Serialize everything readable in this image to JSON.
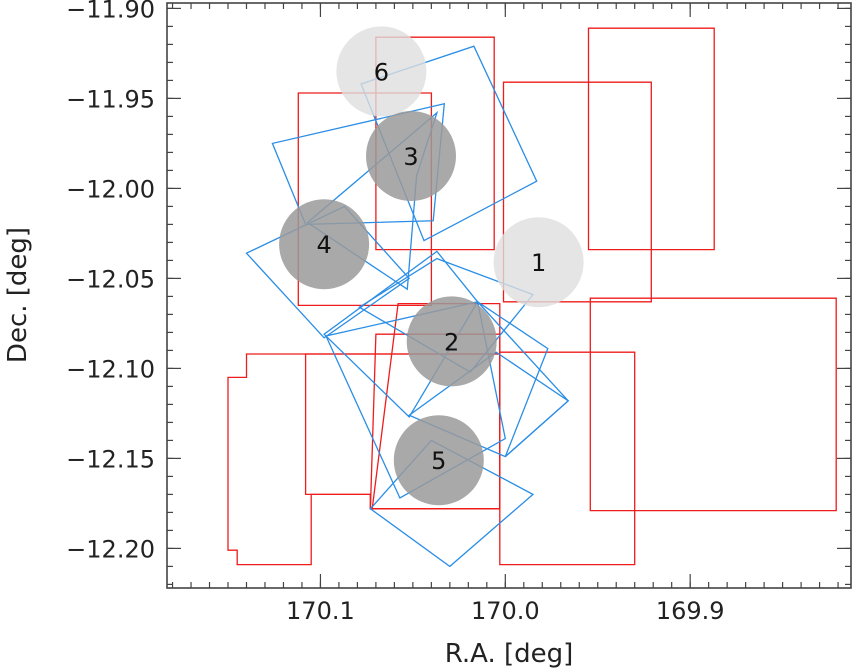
{
  "chart_data": {
    "type": "scatter",
    "title": "",
    "xlabel": "R.A. [deg]",
    "ylabel": "Dec. [deg]",
    "xlim": [
      170.183,
      169.813
    ],
    "ylim": [
      -12.222,
      -11.897
    ],
    "xticks": [
      {
        "value": 170.1,
        "label": "170.1"
      },
      {
        "value": 170.0,
        "label": "170.0"
      },
      {
        "value": 169.9,
        "label": "169.9"
      }
    ],
    "yticks": [
      {
        "value": -11.9,
        "label": "−11.90"
      },
      {
        "value": -11.95,
        "label": "−11.95"
      },
      {
        "value": -12.0,
        "label": "−12.00"
      },
      {
        "value": -12.05,
        "label": "−12.05"
      },
      {
        "value": -12.1,
        "label": "−12.10"
      },
      {
        "value": -12.15,
        "label": "−12.15"
      },
      {
        "value": -12.2,
        "label": "−12.20"
      }
    ],
    "minor_x_step": 0.01,
    "minor_y_step": 0.01,
    "grid": false,
    "sources": [
      {
        "label": "1",
        "ra": 169.982,
        "dec": -12.041,
        "radius_deg": 0.025,
        "shade": "light"
      },
      {
        "label": "2",
        "ra": 170.029,
        "dec": -12.085,
        "radius_deg": 0.025,
        "shade": "dark"
      },
      {
        "label": "3",
        "ra": 170.051,
        "dec": -11.982,
        "radius_deg": 0.025,
        "shade": "dark"
      },
      {
        "label": "4",
        "ra": 170.098,
        "dec": -12.031,
        "radius_deg": 0.025,
        "shade": "dark"
      },
      {
        "label": "5",
        "ra": 170.036,
        "dec": -12.151,
        "radius_deg": 0.025,
        "shade": "dark"
      },
      {
        "label": "6",
        "ra": 170.067,
        "dec": -11.935,
        "radius_deg": 0.025,
        "shade": "light"
      }
    ],
    "red_fields": [
      [
        [
          170.07,
          -11.916
        ],
        [
          170.006,
          -11.916
        ],
        [
          170.006,
          -12.034
        ],
        [
          170.07,
          -12.034
        ]
      ],
      [
        [
          170.112,
          -11.947
        ],
        [
          170.04,
          -11.947
        ],
        [
          170.04,
          -12.065
        ],
        [
          170.112,
          -12.065
        ]
      ],
      [
        [
          170.001,
          -11.941
        ],
        [
          169.921,
          -11.941
        ],
        [
          169.921,
          -12.063
        ],
        [
          170.001,
          -12.063
        ]
      ],
      [
        [
          169.955,
          -11.911
        ],
        [
          169.887,
          -11.911
        ],
        [
          169.887,
          -12.034
        ],
        [
          169.955,
          -12.034
        ]
      ],
      [
        [
          170.058,
          -12.064
        ],
        [
          170.003,
          -12.064
        ],
        [
          170.003,
          -12.178
        ],
        [
          170.072,
          -12.178
        ]
      ],
      [
        [
          170.07,
          -12.081
        ],
        [
          170.003,
          -12.081
        ],
        [
          170.003,
          -12.178
        ],
        [
          170.073,
          -12.178
        ]
      ],
      [
        [
          170.108,
          -12.092
        ],
        [
          170.003,
          -12.092
        ],
        [
          170.003,
          -12.178
        ],
        [
          170.073,
          -12.178
        ],
        [
          170.073,
          -12.17
        ],
        [
          170.108,
          -12.17
        ]
      ],
      [
        [
          170.108,
          -12.092
        ],
        [
          170.003,
          -12.092
        ],
        [
          170.003,
          -12.178
        ],
        [
          170.073,
          -12.178
        ],
        [
          170.073,
          -12.17
        ],
        [
          170.105,
          -12.17
        ],
        [
          170.105,
          -12.191
        ],
        [
          170.105,
          -12.209
        ],
        [
          170.14,
          -12.209
        ],
        [
          170.145,
          -12.209
        ],
        [
          170.145,
          -12.201
        ],
        [
          170.15,
          -12.201
        ],
        [
          170.15,
          -12.105
        ],
        [
          170.14,
          -12.105
        ],
        [
          170.14,
          -12.092
        ]
      ],
      [
        [
          170.003,
          -12.091
        ],
        [
          169.93,
          -12.091
        ],
        [
          169.93,
          -12.209
        ],
        [
          170.003,
          -12.209
        ]
      ],
      [
        [
          169.954,
          -12.061
        ],
        [
          169.821,
          -12.061
        ],
        [
          169.821,
          -12.179
        ],
        [
          169.954,
          -12.179
        ]
      ]
    ],
    "blue_fields": [
      [
        [
          170.078,
          -11.942
        ],
        [
          170.017,
          -11.921
        ],
        [
          169.983,
          -11.996
        ],
        [
          170.044,
          -12.029
        ]
      ],
      [
        [
          170.033,
          -11.953
        ],
        [
          170.126,
          -11.975
        ],
        [
          170.108,
          -12.02
        ],
        [
          170.039,
          -12.018
        ]
      ],
      [
        [
          170.037,
          -11.958
        ],
        [
          170.107,
          -12.019
        ],
        [
          170.053,
          -12.056
        ],
        [
          170.048,
          -11.993
        ]
      ],
      [
        [
          170.087,
          -12.01
        ],
        [
          170.14,
          -12.036
        ],
        [
          170.098,
          -12.083
        ],
        [
          170.052,
          -12.05
        ]
      ],
      [
        [
          170.037,
          -12.035
        ],
        [
          170.098,
          -12.081
        ],
        [
          170.052,
          -12.127
        ],
        [
          170.015,
          -12.063
        ]
      ],
      [
        [
          170.037,
          -12.039
        ],
        [
          170.079,
          -12.066
        ],
        [
          170.019,
          -12.102
        ],
        [
          169.985,
          -12.059
        ]
      ],
      [
        [
          170.015,
          -12.063
        ],
        [
          169.977,
          -12.089
        ],
        [
          170.0,
          -12.149
        ],
        [
          169.966,
          -12.118
        ]
      ],
      [
        [
          170.005,
          -12.091
        ],
        [
          170.052,
          -12.126
        ],
        [
          170.0,
          -12.149
        ],
        [
          169.966,
          -12.118
        ]
      ],
      [
        [
          170.015,
          -12.063
        ],
        [
          170.097,
          -12.082
        ],
        [
          170.057,
          -12.172
        ],
        [
          170.0,
          -12.139
        ]
      ],
      [
        [
          170.04,
          -12.14
        ],
        [
          169.985,
          -12.17
        ],
        [
          170.03,
          -12.21
        ],
        [
          170.073,
          -12.178
        ]
      ]
    ]
  }
}
